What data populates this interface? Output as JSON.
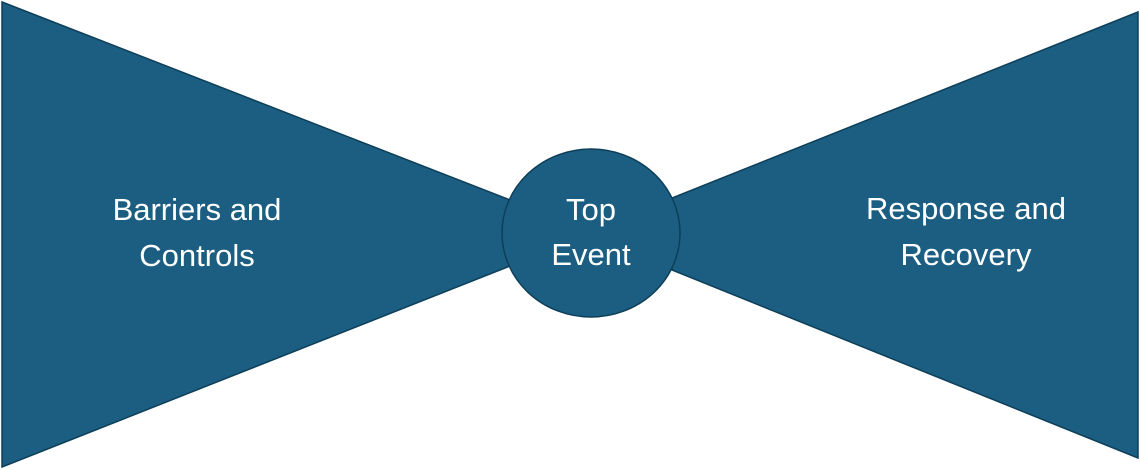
{
  "colors": {
    "fill": "#1b5e82",
    "stroke": "#0e3f59",
    "text": "#ffffff",
    "background": "#ffffff"
  },
  "left_wedge": {
    "line1": "Barriers and",
    "line2": "Controls"
  },
  "top_event": {
    "line1": "Top",
    "line2": "Event"
  },
  "right_wedge": {
    "line1": "Response and",
    "line2": "Recovery"
  }
}
